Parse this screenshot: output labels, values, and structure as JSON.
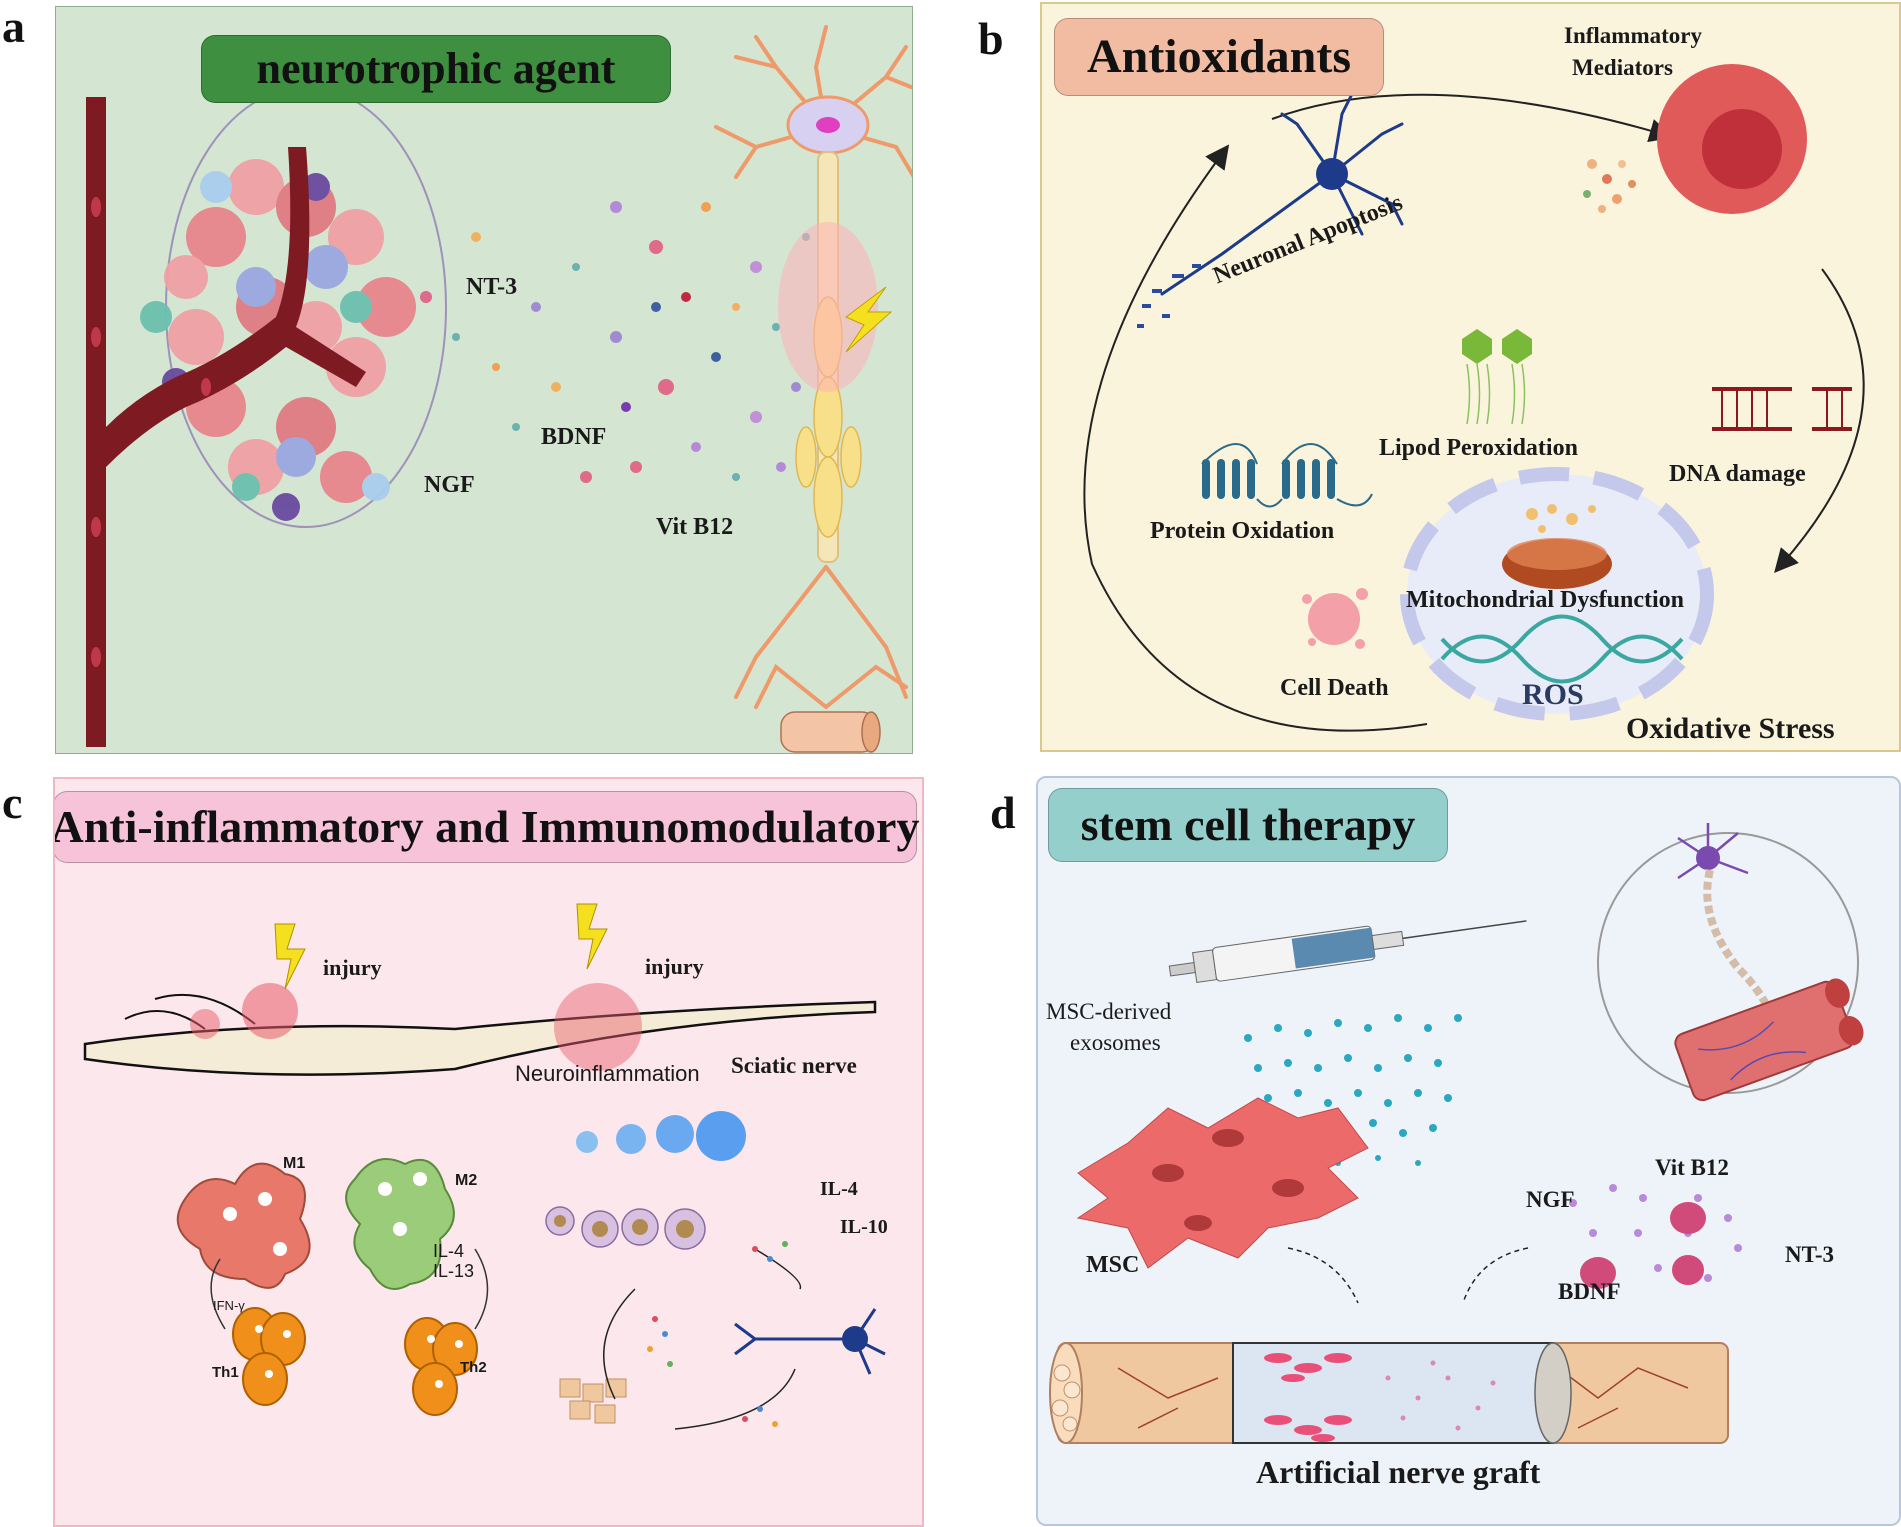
{
  "panels": {
    "a": {
      "letter": "a",
      "title": "neurotrophic agent",
      "labels": {
        "nt3": "NT-3",
        "bdnf": "BDNF",
        "ngf": "NGF",
        "vitb12": "Vit B12"
      }
    },
    "b": {
      "letter": "b",
      "title": "Antioxidants",
      "labels": {
        "inflammatory": "Inflammatory",
        "mediators": "Mediators",
        "neuronal_apoptosis": "Neuronal Apoptosis",
        "lipid_peroxidation": "Lipod Peroxidation",
        "dna_damage": "DNA damage",
        "protein_oxidation": "Protein Oxidation",
        "mitochondrial_dysfunction": "Mitochondrial Dysfunction",
        "cell_death": "Cell Death",
        "ros": "ROS",
        "oxidative_stress": "Oxidative Stress"
      }
    },
    "c": {
      "letter": "c",
      "title": "Anti-inflammatory and Immunomodulatory",
      "labels": {
        "injury_1": "injury",
        "injury_2": "injury",
        "sciatic_nerve": "Sciatic nerve",
        "neuroinflammation": "Neuroinflammation",
        "m1": "M1",
        "m2": "M2",
        "ifn": "IFN-γ",
        "il4_il13_a": "IL-4",
        "il4_il13_b": "IL-13",
        "th1": "Th1",
        "th2": "Th2",
        "il4": "IL-4",
        "il10": "IL-10"
      }
    },
    "d": {
      "letter": "d",
      "title": "stem cell therapy",
      "labels": {
        "msc_exo_1": "MSC-derived",
        "msc_exo_2": "exosomes",
        "msc": "MSC",
        "ngf": "NGF",
        "vitb12": "Vit B12",
        "nt3": "NT-3",
        "bdnf": "BDNF",
        "graft": "Artificial nerve graft"
      }
    }
  },
  "colors": {
    "panel_a_bg": "#d4e5d2",
    "panel_a_title": "#3e8f3f",
    "panel_b_bg": "#fbf4dc",
    "panel_b_title": "#f2bca2",
    "panel_c_bg": "#fce8ec",
    "panel_c_title": "#f6c3d9",
    "panel_d_bg": "#eef3f9",
    "panel_d_title": "#94cfcb"
  }
}
